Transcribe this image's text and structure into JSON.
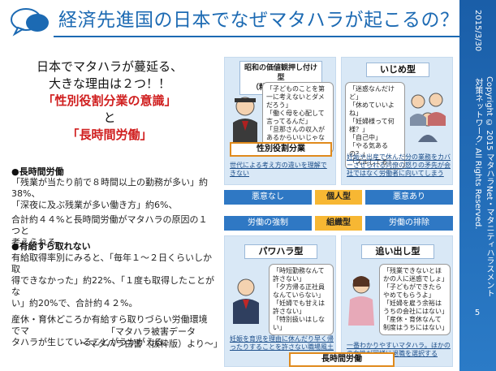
{
  "header": {
    "title": "経済先進国の日本でなぜマタハラが起こるの？"
  },
  "sidebar": {
    "date": "2015/3/30",
    "copyright_line1": "Copyright © 2015 マタハラNet・マタニティハラスメント",
    "copyright_line2": "対策ネットワーク. All Rights Reserved.",
    "page_number": "5"
  },
  "lead": {
    "line1": "日本でマタハラが蔓延る、",
    "line2": "大きな理由は２つ！！",
    "reason1": "「性別役割分業の意識」",
    "and": "と",
    "reason2": "「長時間労働」"
  },
  "section_long_hours": {
    "heading": "●長時間労働",
    "text1": "「残業が当たり前で８時間以上の勤務が多い」約38%、",
    "text2": "「深夜に及ぶ残業が多い働き方」約6%、",
    "text3": "合計約４４%と長時間労働がマタハラの原因の１つと",
    "text4": "考えられる。"
  },
  "section_leave": {
    "heading": "●有給すら取れない",
    "text1": "有給取得率別にみると、「毎年１～２日くらいしか取",
    "text2": "得できなかった」約22%、「１度も取得したことがな",
    "text3": "い」約20%で、合計約４２%。",
    "text4": "産休・育休どころか有給すら取りづらい労働環境でマ",
    "text5": "タハラが生じていることがうかがえる。"
  },
  "source": {
    "line1": "「マタハラ被害データ",
    "line2": "～マタハラ白書（抜粋版）より～」"
  },
  "diagram": {
    "tl": {
      "head1": "昭和の価値観押し付け型",
      "head2": "（粘土層管理職）",
      "bubble": [
        "「子どものことを第一に考えないとダメだろう」",
        "「働く母を心配して言ってるんだ」",
        "「旦那さんの収入があるからいいじゃない」"
      ],
      "tag": "性別役割分業",
      "note": "世代による考え方の違いを理解できない"
    },
    "tr": {
      "title": "いじめ型",
      "bubble": [
        "「迷惑なんだけど」",
        "「休めていいよね」",
        "「妊婦様って何様？」",
        "「自己中」",
        "「やる気あるの？」",
        "「ズルしてる」"
      ],
      "note": "妊娠や出産で休んだ分の業務をカバーさせられる同僚の怒りの矛先が会社ではなく労働者に向いてしまう"
    },
    "bl": {
      "title": "パワハラ型",
      "bubble": [
        "「時短勤務なんて許さない」",
        "「夕方帰る正社員なんていらない」",
        "「妊婦でも甘えは許さない」",
        "「特別扱いはしない」"
      ],
      "note": "妊娠を育児を理由に休んだり早く帰ったりすることを許さない職場風土"
    },
    "br": {
      "title": "追い出し型",
      "bubble": [
        "「残業できないとほかの人に迷惑でしょ」",
        "「子どもができたらやめてもらうよ」",
        "「妊婦を雇う余裕はうちの会社にはない」",
        "「産休・育休なんて制度はうちにはない」"
      ],
      "note": "一番わかりやすいマタハラ。ほかのの女性が同様に退職を選択する"
    },
    "bottom_tag": "長時間労働",
    "axis": {
      "left_top": "悪意なし",
      "right_top": "悪意あり",
      "center_top": "個人型",
      "center_bottom": "組織型",
      "left_bottom": "労働の強制",
      "right_bottom": "労働の排除"
    }
  },
  "colors": {
    "accent": "#1c6ab3",
    "red": "#d01f1f",
    "orange": "#f7b733",
    "panel": "#d9e8f6"
  }
}
